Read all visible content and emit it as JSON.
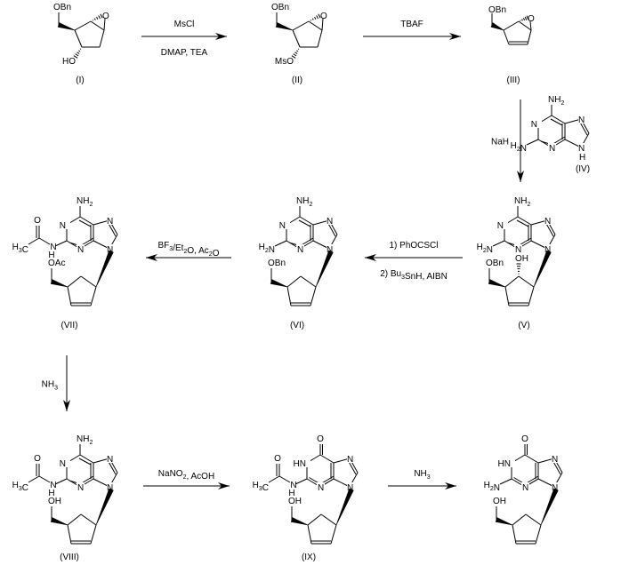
{
  "title": "Synthesis scheme of carbocyclic guanine nucleoside analogue",
  "compounds": [
    {
      "id": "I",
      "label": "(I)"
    },
    {
      "id": "II",
      "label": "(II)"
    },
    {
      "id": "III",
      "label": "(III)"
    },
    {
      "id": "IV",
      "label": "(IV)"
    },
    {
      "id": "V",
      "label": "(V)"
    },
    {
      "id": "VI",
      "label": "(VI)"
    },
    {
      "id": "VII",
      "label": "(VII)"
    },
    {
      "id": "VIII",
      "label": "(VIII)"
    },
    {
      "id": "IX",
      "label": "(IX)"
    },
    {
      "id": "X",
      "label": ""
    }
  ],
  "steps": [
    {
      "from": "I",
      "to": "II",
      "above": "MsCl",
      "below": "DMAP, TEA"
    },
    {
      "from": "II",
      "to": "III",
      "above": "TBAF",
      "below": ""
    },
    {
      "from": "III",
      "to": "V",
      "side": "NaH",
      "co_reagent": "IV"
    },
    {
      "from": "V",
      "to": "VI",
      "above": "1) PhOCSCl",
      "below": "2) Bu3SnH, AIBN"
    },
    {
      "from": "VI",
      "to": "VII",
      "above": "BF3/Et2O, Ac2O",
      "below": ""
    },
    {
      "from": "VII",
      "to": "VIII",
      "side": "NH3"
    },
    {
      "from": "VIII",
      "to": "IX",
      "above": "NaNO2, AcOH",
      "below": ""
    },
    {
      "from": "IX",
      "to": "X",
      "above": "NH3",
      "below": ""
    }
  ],
  "atoms": {
    "OBn": "OBn",
    "O": "O",
    "HO": "HO",
    "MsO": "MsO",
    "OH": "OH",
    "OAc": "OAc",
    "N": "N",
    "H": "H",
    "HN": "HN",
    "NH": "NH",
    "C": "C"
  }
}
